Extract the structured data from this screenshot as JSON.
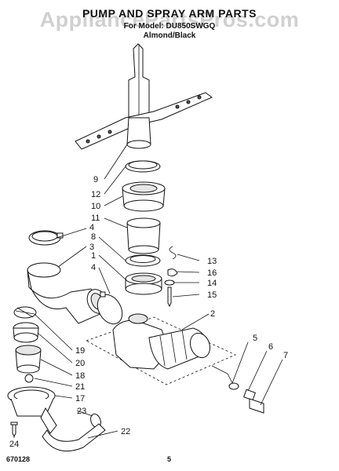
{
  "header": {
    "title": "PUMP AND SPRAY ARM PARTS",
    "watermark": "AppliancePartsPros.com",
    "model": "For Model: DU850SWGQ",
    "color": "Almond/Black"
  },
  "footer": {
    "code": "670128",
    "page": "5"
  },
  "callouts": [
    "1",
    "2",
    "3",
    "4",
    "5",
    "6",
    "7",
    "8",
    "9",
    "10",
    "11",
    "12",
    "13",
    "14",
    "15",
    "16",
    "17",
    "18",
    "19",
    "20",
    "21",
    "22",
    "23",
    "24"
  ],
  "callout_list": [
    {
      "label": "9"
    },
    {
      "label": "12"
    },
    {
      "label": "10"
    },
    {
      "label": "11"
    },
    {
      "label": "4"
    },
    {
      "label": "8"
    },
    {
      "label": "3"
    },
    {
      "label": "1"
    },
    {
      "label": "4"
    },
    {
      "label": "13"
    },
    {
      "label": "16"
    },
    {
      "label": "14"
    },
    {
      "label": "15"
    },
    {
      "label": "2"
    },
    {
      "label": "5"
    },
    {
      "label": "6"
    },
    {
      "label": "7"
    },
    {
      "label": "19"
    },
    {
      "label": "20"
    },
    {
      "label": "18"
    },
    {
      "label": "21"
    },
    {
      "label": "17"
    },
    {
      "label": "23"
    },
    {
      "label": "22"
    },
    {
      "label": "24"
    }
  ]
}
